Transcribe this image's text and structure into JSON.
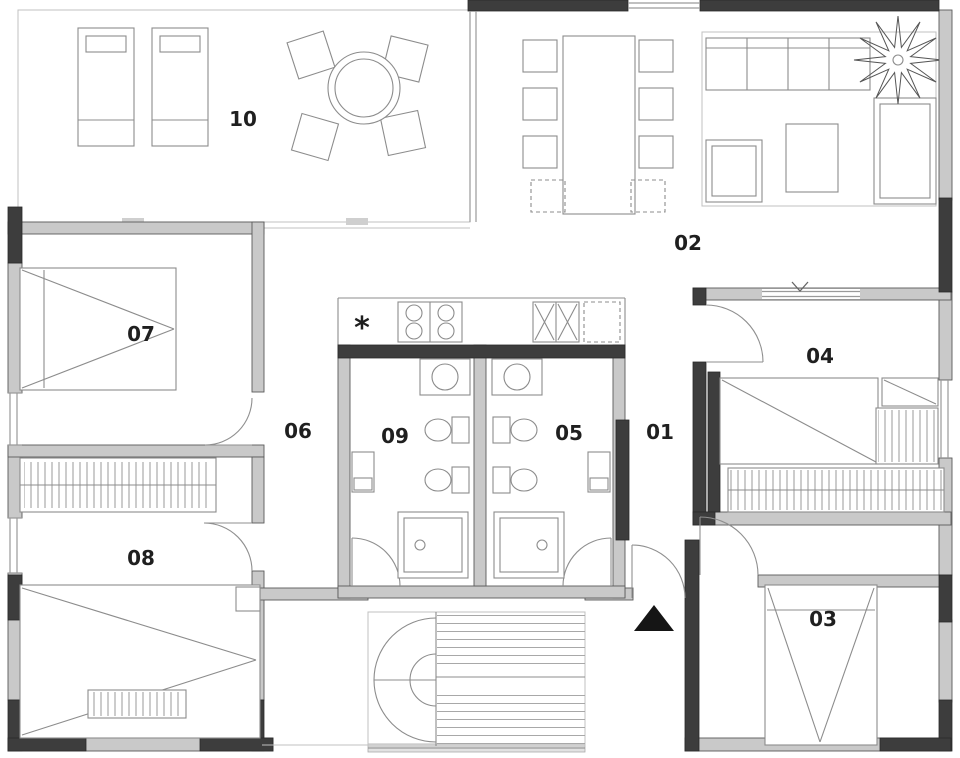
{
  "plan": {
    "type": "apartment-floor-plan",
    "room_labels": {
      "r01": "01",
      "r02": "02",
      "r03": "03",
      "r04": "04",
      "r05": "05",
      "r06": "06",
      "r07": "07",
      "r08": "08",
      "r09": "09",
      "r10": "10"
    },
    "symbols": {
      "kitchen_star": "*"
    },
    "colors": {
      "background": "#ffffff",
      "wall_light_fill": "#c9c9c9",
      "wall_dark_fill": "#3d3d3d",
      "wall_stroke": "#5a5a5a",
      "furniture_stroke": "#8c8c8c",
      "thin_line": "#c0c0c0",
      "label_color": "#1f1f1f",
      "entrance_marker": "#151515"
    }
  }
}
